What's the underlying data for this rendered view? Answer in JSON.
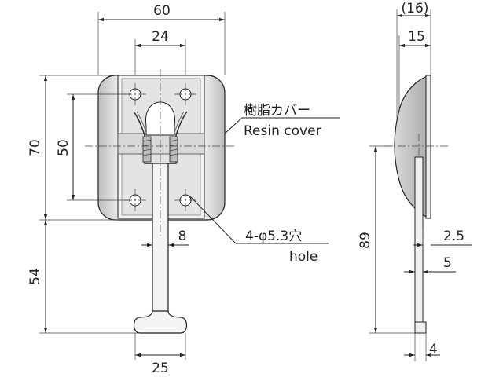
{
  "front_view": {
    "overall_width": "60",
    "hole_spacing_horizontal": "24",
    "overall_height": "70",
    "hole_spacing_vertical": "50",
    "lever_length": "54",
    "lever_width": "8",
    "handle_width": "25"
  },
  "side_view": {
    "overall_depth": "(16)",
    "base_depth": "15",
    "total_height": "89",
    "offset_a": "2.5",
    "offset_b": "5",
    "thickness": "4"
  },
  "callouts": {
    "resin_cover_jp": "樹脂カバー",
    "resin_cover_en": "Resin cover",
    "hole_spec": "4-φ5.3穴",
    "hole_en": "hole"
  },
  "colors": {
    "line": "#222222",
    "part_fill": "#e6e6e6",
    "part_shade": "#c8c8c8",
    "metal": "#f2f2f2"
  }
}
